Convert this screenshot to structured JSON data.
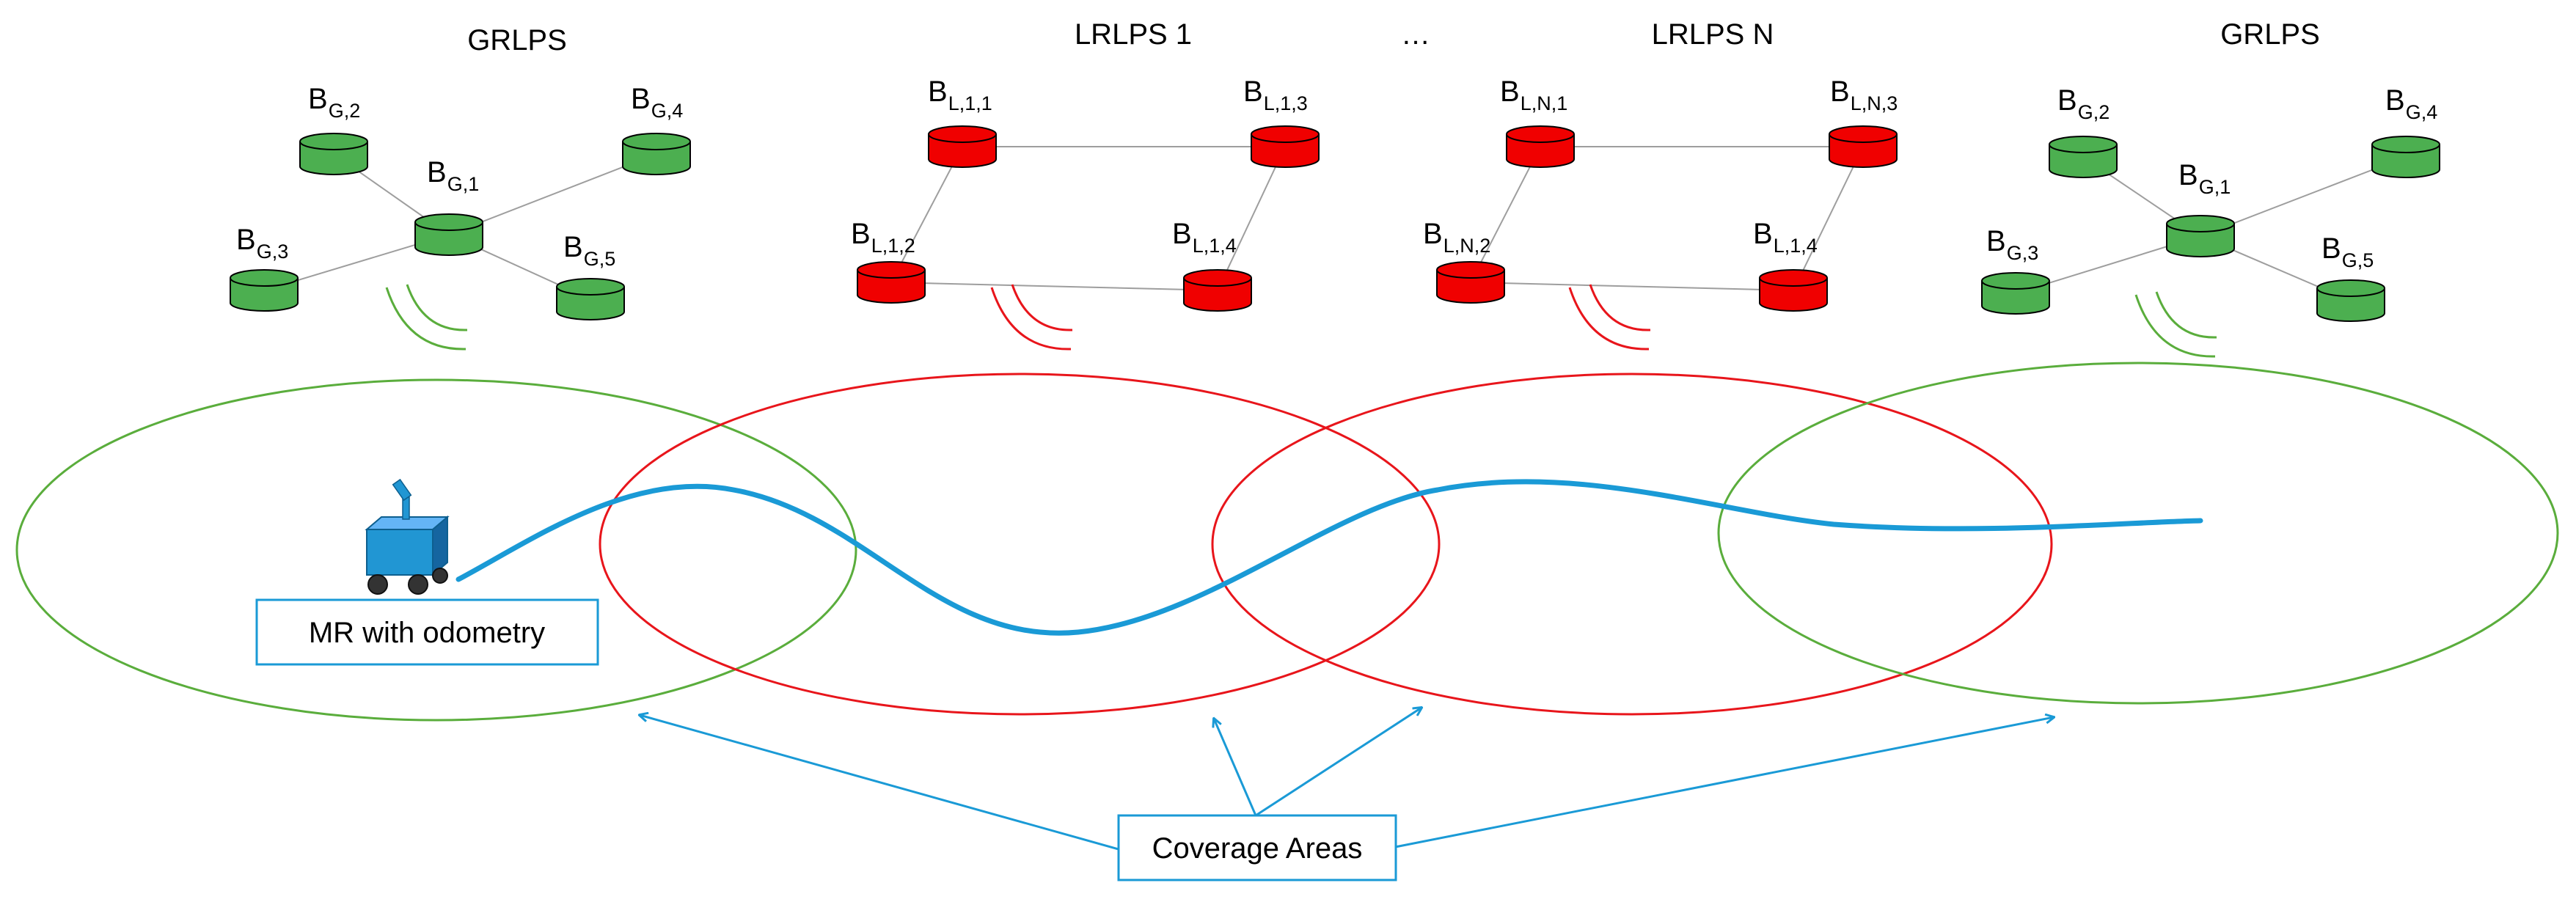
{
  "colors": {
    "global_beacon": "#4caf50",
    "global_beacon_dark": "#2e7d32",
    "local_beacon": "#f00000",
    "local_beacon_dark": "#9a0000",
    "global_area": "#5aad3c",
    "local_area": "#e8151b",
    "trajectory": "#1a9ad6",
    "robot": "#2196d3",
    "link": "#9e9e9e"
  },
  "systems": [
    {
      "title": "GRLPS",
      "kind": "global",
      "beacons": [
        {
          "base": "B",
          "sub": "G,2"
        },
        {
          "base": "B",
          "sub": "G,4"
        },
        {
          "base": "B",
          "sub": "G,1"
        },
        {
          "base": "B",
          "sub": "G,3"
        },
        {
          "base": "B",
          "sub": "G,5"
        }
      ]
    },
    {
      "title": "LRLPS 1",
      "kind": "local",
      "beacons": [
        {
          "base": "B",
          "sub": "L,1,1"
        },
        {
          "base": "B",
          "sub": "L,1,3"
        },
        {
          "base": "B",
          "sub": "L,1,2"
        },
        {
          "base": "B",
          "sub": "L,1,4"
        }
      ]
    },
    {
      "title": "LRLPS N",
      "kind": "local",
      "beacons": [
        {
          "base": "B",
          "sub": "L,N,1"
        },
        {
          "base": "B",
          "sub": "L,N,3"
        },
        {
          "base": "B",
          "sub": "L,N,2"
        },
        {
          "base": "B",
          "sub": "L,1,4"
        }
      ]
    },
    {
      "title": "GRLPS",
      "kind": "global",
      "beacons": [
        {
          "base": "B",
          "sub": "G,2"
        },
        {
          "base": "B",
          "sub": "G,4"
        },
        {
          "base": "B",
          "sub": "G,1"
        },
        {
          "base": "B",
          "sub": "G,3"
        },
        {
          "base": "B",
          "sub": "G,5"
        }
      ]
    }
  ],
  "ellipsis": "…",
  "robot_label": "MR with odometry",
  "coverage_label": "Coverage Areas",
  "icons": {
    "robot": "mobile-robot-icon",
    "beacon": "beacon-cylinder-icon",
    "signal": "signal-waves-icon"
  }
}
